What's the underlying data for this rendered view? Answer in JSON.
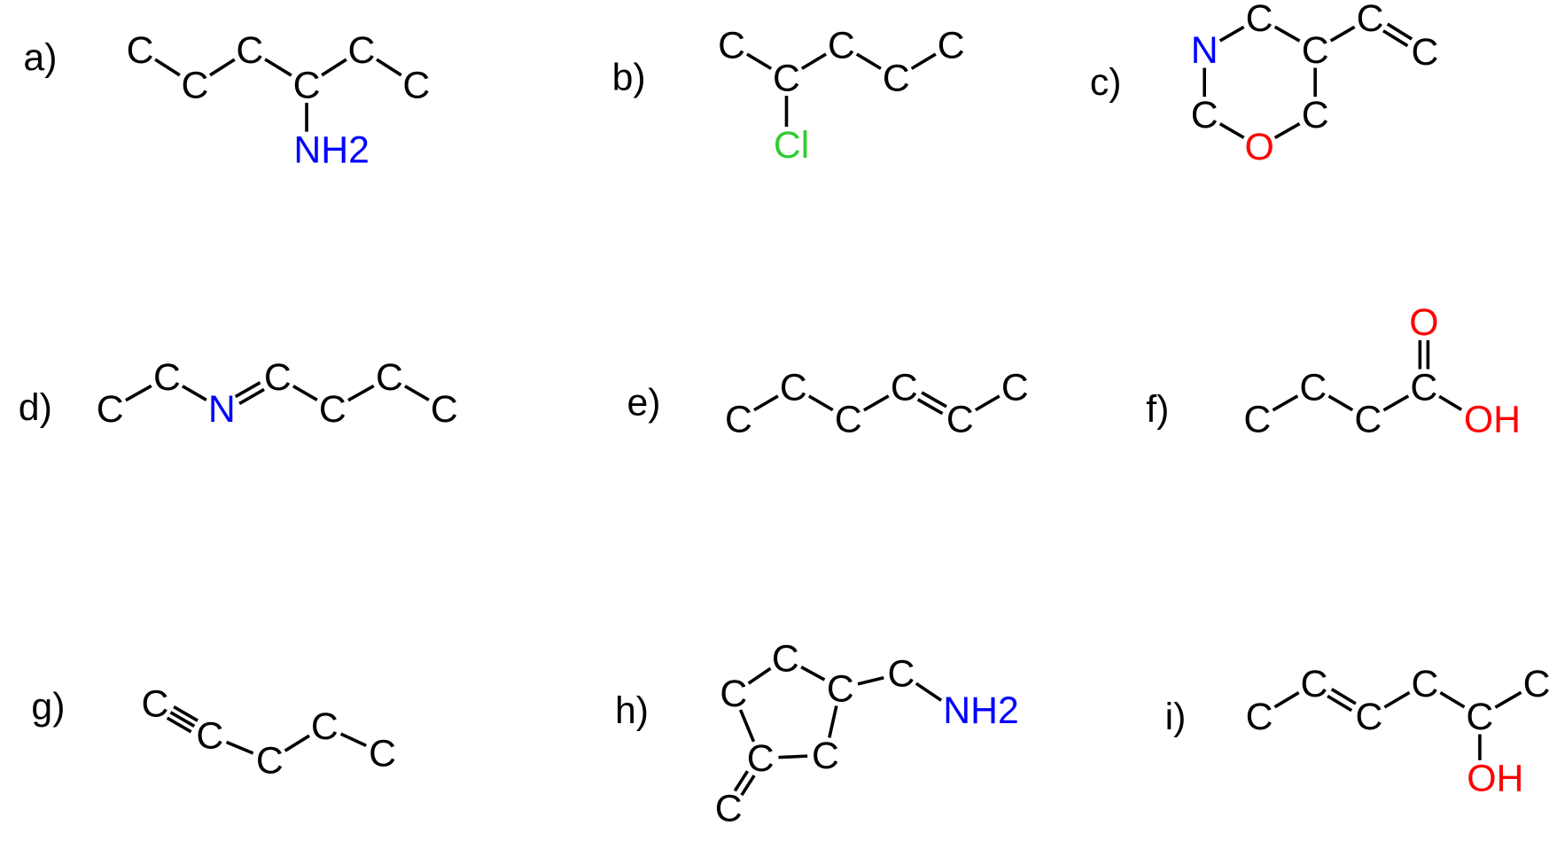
{
  "colors": {
    "C": "#000000",
    "N": "#0000ff",
    "NH2": "#0000ff",
    "O": "#ff0000",
    "OH": "#ff0000",
    "Cl": "#33cc33"
  },
  "molecules": [
    {
      "label": "a)",
      "atoms": [
        "C",
        "C",
        "C",
        "C",
        "C",
        "C",
        "NH2"
      ],
      "bonds": [
        [
          0,
          1,
          1
        ],
        [
          1,
          2,
          1
        ],
        [
          2,
          3,
          1
        ],
        [
          3,
          4,
          1
        ],
        [
          4,
          5,
          1
        ],
        [
          3,
          6,
          1
        ]
      ]
    },
    {
      "label": "b)",
      "atoms": [
        "C",
        "C",
        "C",
        "C",
        "C",
        "Cl"
      ],
      "bonds": [
        [
          0,
          1,
          1
        ],
        [
          1,
          2,
          1
        ],
        [
          2,
          3,
          1
        ],
        [
          3,
          4,
          1
        ],
        [
          1,
          5,
          1
        ]
      ]
    },
    {
      "label": "c)",
      "atoms": [
        "N",
        "C",
        "C",
        "C",
        "C",
        "C",
        "O",
        "C"
      ],
      "bonds": [
        [
          0,
          1,
          1
        ],
        [
          1,
          2,
          1
        ],
        [
          2,
          3,
          1
        ],
        [
          3,
          4,
          2
        ],
        [
          2,
          5,
          1
        ],
        [
          5,
          6,
          1
        ],
        [
          6,
          7,
          1
        ],
        [
          7,
          0,
          1
        ]
      ]
    },
    {
      "label": "d)",
      "atoms": [
        "C",
        "C",
        "N",
        "C",
        "C",
        "C",
        "C"
      ],
      "bonds": [
        [
          0,
          1,
          1
        ],
        [
          1,
          2,
          1
        ],
        [
          2,
          3,
          2
        ],
        [
          3,
          4,
          1
        ],
        [
          4,
          5,
          1
        ],
        [
          5,
          6,
          1
        ]
      ]
    },
    {
      "label": "e)",
      "atoms": [
        "C",
        "C",
        "C",
        "C",
        "C",
        "C"
      ],
      "bonds": [
        [
          0,
          1,
          1
        ],
        [
          1,
          2,
          1
        ],
        [
          2,
          3,
          1
        ],
        [
          3,
          4,
          2
        ],
        [
          4,
          5,
          1
        ]
      ]
    },
    {
      "label": "f)",
      "atoms": [
        "C",
        "C",
        "C",
        "C",
        "OH",
        "O"
      ],
      "bonds": [
        [
          0,
          1,
          1
        ],
        [
          1,
          2,
          1
        ],
        [
          2,
          3,
          1
        ],
        [
          3,
          4,
          1
        ],
        [
          3,
          5,
          2
        ]
      ]
    },
    {
      "label": "g)",
      "atoms": [
        "C",
        "C",
        "C",
        "C",
        "C"
      ],
      "bonds": [
        [
          0,
          1,
          3
        ],
        [
          1,
          2,
          1
        ],
        [
          2,
          3,
          1
        ],
        [
          3,
          4,
          1
        ]
      ]
    },
    {
      "label": "h)",
      "atoms": [
        "C",
        "C",
        "C",
        "C",
        "NH2",
        "C",
        "C",
        "C"
      ],
      "bonds": [
        [
          0,
          1,
          1
        ],
        [
          0,
          2,
          1
        ],
        [
          2,
          3,
          1
        ],
        [
          3,
          4,
          1
        ],
        [
          2,
          5,
          1
        ],
        [
          5,
          6,
          1
        ],
        [
          6,
          1,
          1
        ],
        [
          6,
          7,
          2
        ]
      ]
    },
    {
      "label": "i)",
      "atoms": [
        "C",
        "C",
        "C",
        "C",
        "C",
        "C",
        "OH"
      ],
      "bonds": [
        [
          0,
          1,
          1
        ],
        [
          1,
          2,
          2
        ],
        [
          2,
          3,
          1
        ],
        [
          3,
          4,
          1
        ],
        [
          4,
          5,
          1
        ],
        [
          4,
          6,
          1
        ]
      ]
    }
  ]
}
